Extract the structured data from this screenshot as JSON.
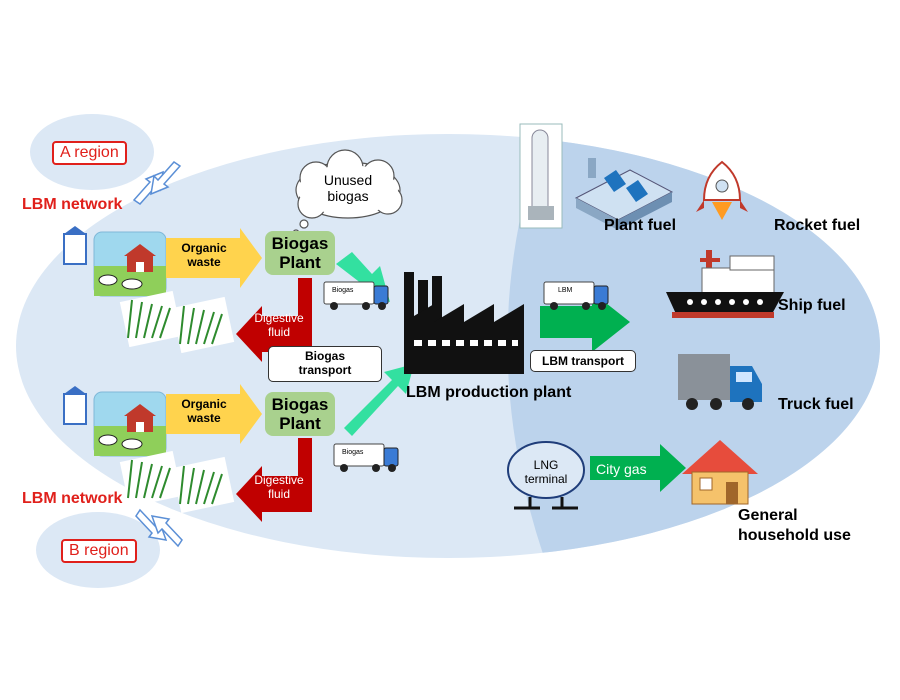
{
  "regions": {
    "a": "A region",
    "b": "B region"
  },
  "network": {
    "top": "LBM network",
    "bottom": "LBM network"
  },
  "organic_waste": {
    "top": "Organic\nwaste",
    "bottom": "Organic\nwaste"
  },
  "biogas_plant": {
    "top": "Biogas\nPlant",
    "bottom": "Biogas\nPlant"
  },
  "digestive_fluid": {
    "top": "Digestive\nfluid",
    "bottom": "Digestive\nfluid"
  },
  "unused_biogas": "Unused\nbiogas",
  "biogas_transport": "Biogas\ntransport",
  "truck_labels": {
    "biogas_top": "Biogas",
    "biogas_bottom": "Biogas",
    "lbm": "LBM"
  },
  "lbm_production_plant": "LBM production plant",
  "lbm_transport": "LBM transport",
  "lng_terminal": "LNG\nterminal",
  "city_gas": "City gas",
  "uses": {
    "plant_fuel": "Plant fuel",
    "rocket_fuel": "Rocket fuel",
    "ship_fuel": "Ship fuel",
    "truck_fuel": "Truck fuel",
    "household": "General\nhousehold use"
  },
  "colors": {
    "ellipse": "#dce8f5",
    "right_zone": "#bcd3ec",
    "arrow_yellow": "#ffd34d",
    "arrow_red": "#c00000",
    "arrow_green": "#00b050",
    "arrow_mint": "#33e0a0",
    "plant_green": "#a9d18e",
    "label_red": "#e0201b"
  }
}
